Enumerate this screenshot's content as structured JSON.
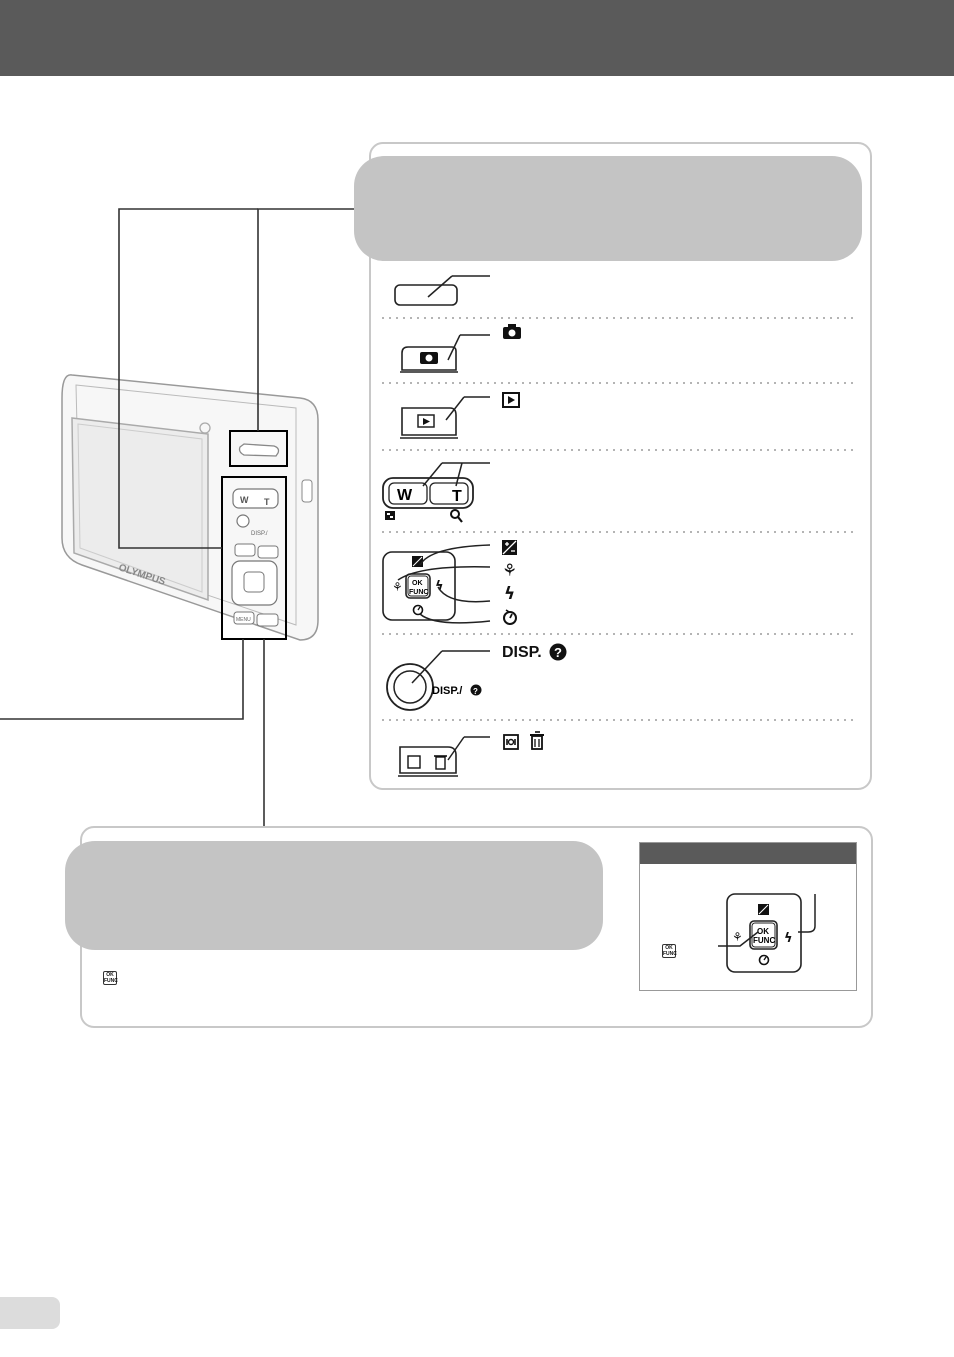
{
  "buttons": {
    "camera_icon": "📷",
    "playback_icon": "▶",
    "zoom_w": "W",
    "zoom_t": "T",
    "wide_icon": "▣",
    "tele_icon": "🔍",
    "exposure_icon": "◩",
    "macro_icon": "⚘",
    "flash_icon": "ϟ",
    "self_timer_icon": "◷",
    "ok_label": "OK",
    "func_label": "FUNC",
    "disp_label": "DISP.",
    "help_icon": "?",
    "disp_button_text": "DISP./",
    "shake_icon": "◌",
    "trash_icon": "☒"
  },
  "camera_body": {
    "brand": "OLYMPUS",
    "zoom_w": "W",
    "zoom_t": "T",
    "disp_text": "DISP./",
    "menu_text": "MENU"
  },
  "help_panel": {
    "ok_func": "OK FUNC"
  },
  "colors": {
    "header": "#5a5a5a",
    "panel_border": "#c8c8c8",
    "grey_heading": "#c4c4c4"
  }
}
